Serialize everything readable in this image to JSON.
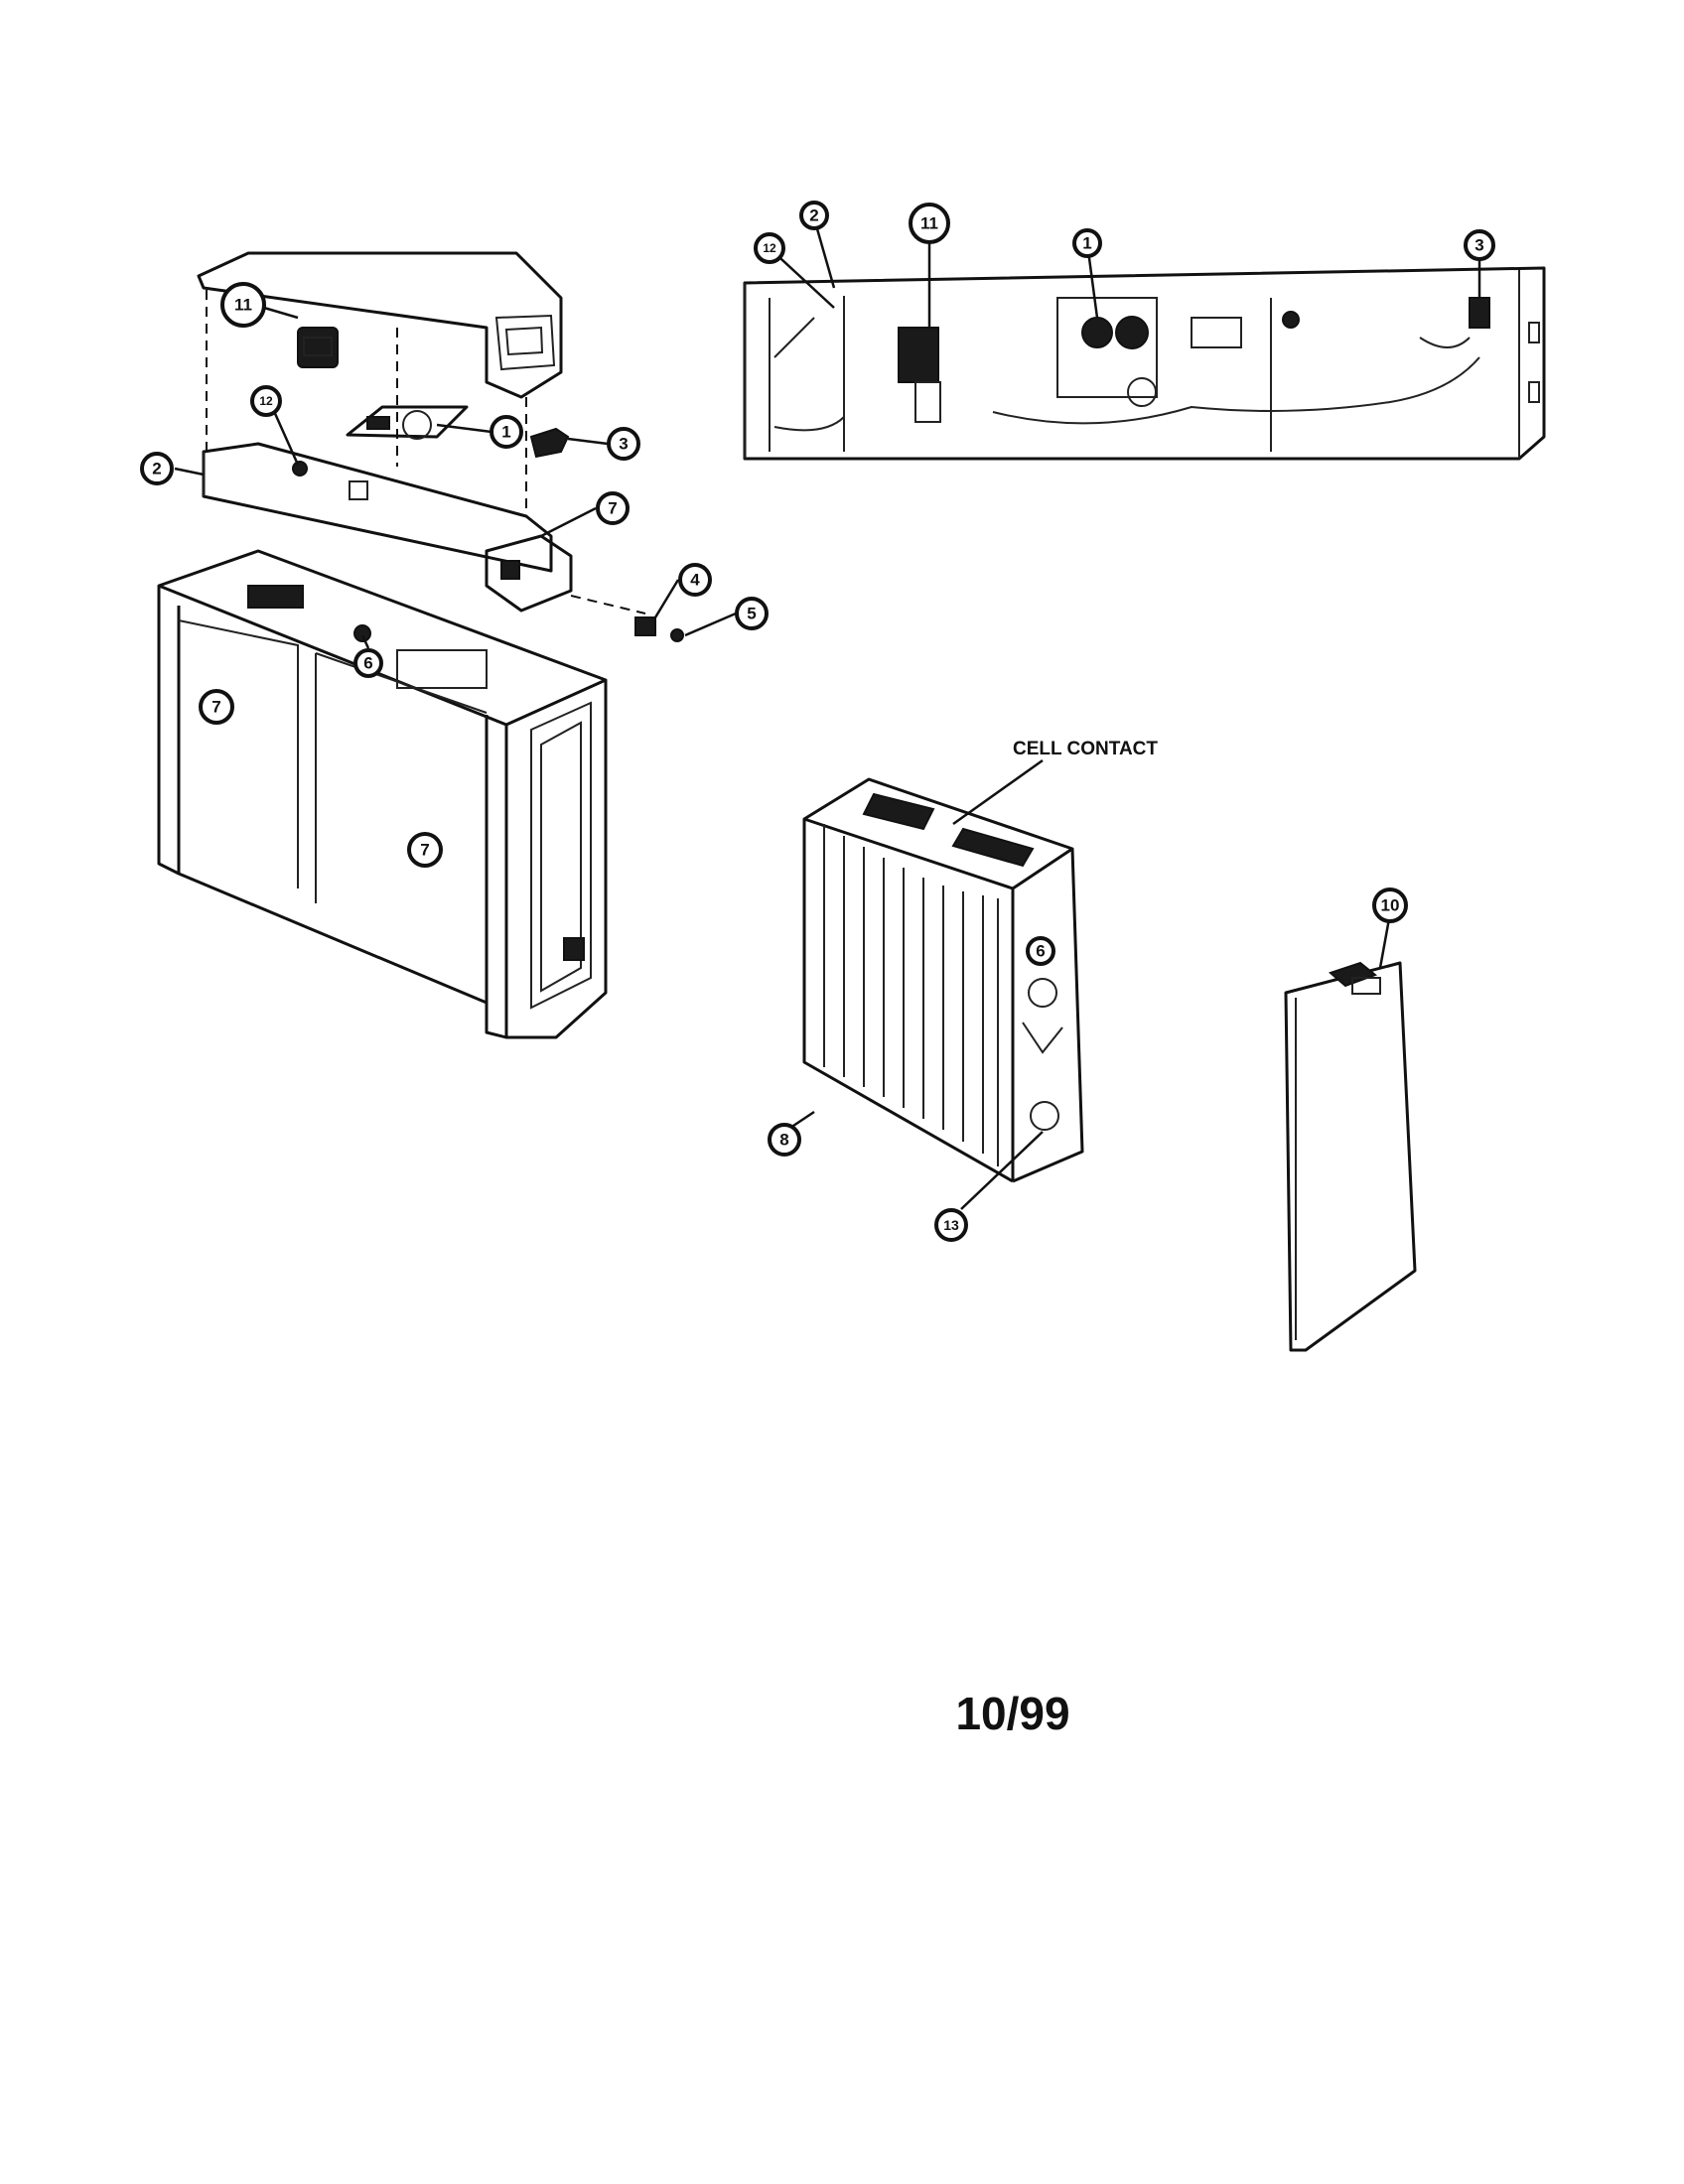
{
  "diagram": {
    "date_code": "10/99",
    "labels": {
      "cell_contact": "CELL CONTACT"
    },
    "callouts": [
      {
        "id": "c11a",
        "text": "11"
      },
      {
        "id": "c12a",
        "text": "12"
      },
      {
        "id": "c1a",
        "text": "1"
      },
      {
        "id": "c3a",
        "text": "3"
      },
      {
        "id": "c2a",
        "text": "2"
      },
      {
        "id": "c7a",
        "text": "7"
      },
      {
        "id": "c4a",
        "text": "4"
      },
      {
        "id": "c5a",
        "text": "5"
      },
      {
        "id": "c6a",
        "text": "6"
      },
      {
        "id": "c7b",
        "text": "7"
      },
      {
        "id": "c7c",
        "text": "7"
      },
      {
        "id": "c12b",
        "text": "12"
      },
      {
        "id": "c2b",
        "text": "2"
      },
      {
        "id": "c11b",
        "text": "11"
      },
      {
        "id": "c1b",
        "text": "1"
      },
      {
        "id": "c3b",
        "text": "3"
      },
      {
        "id": "c6b",
        "text": "6"
      },
      {
        "id": "c8a",
        "text": "8"
      },
      {
        "id": "c13a",
        "text": "13"
      },
      {
        "id": "c10a",
        "text": "10"
      }
    ]
  }
}
